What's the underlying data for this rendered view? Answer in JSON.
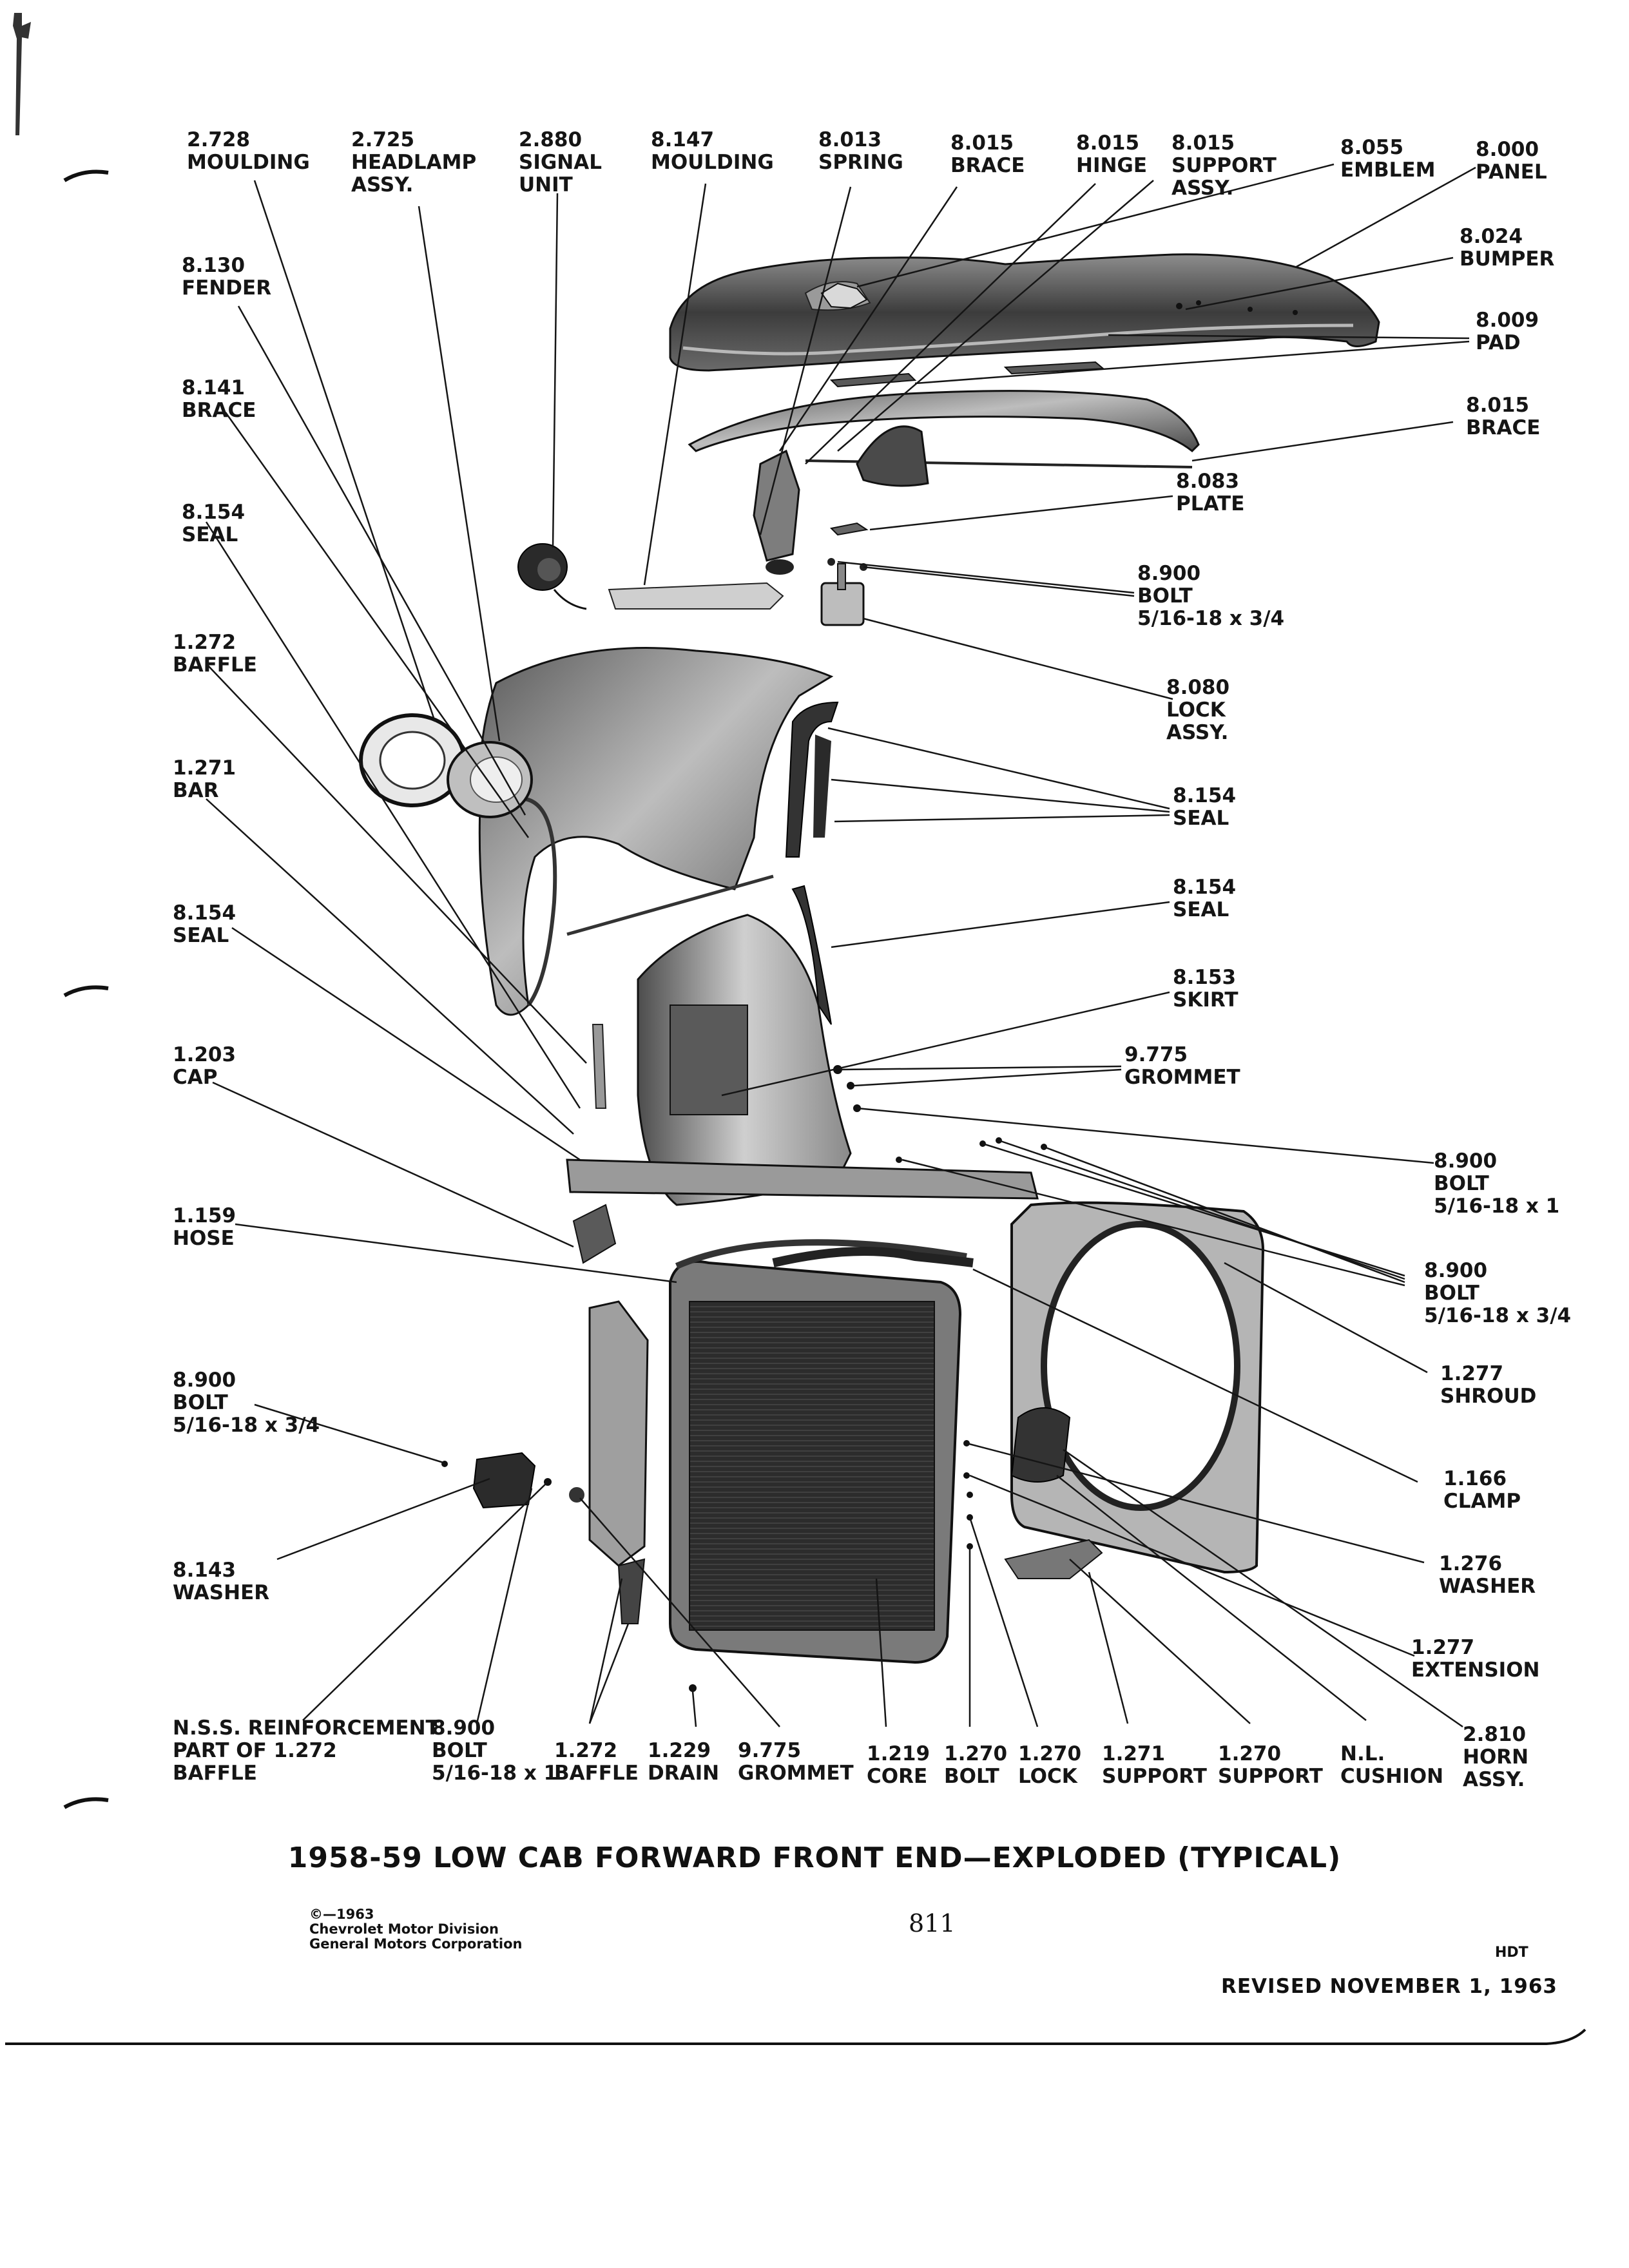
{
  "colors": {
    "ink": "#151515",
    "part_dark": "#3a3a3a",
    "part_mid": "#8a8a8a",
    "part_light": "#cfcfcf",
    "paper": "#ffffff"
  },
  "callouts": [
    {
      "id": "c1",
      "num": "2.728",
      "name": "MOULDING"
    },
    {
      "id": "c2",
      "num": "2.725",
      "name": "HEADLAMP",
      "extra": "ASSY."
    },
    {
      "id": "c3",
      "num": "2.880",
      "name": "SIGNAL",
      "extra": "UNIT"
    },
    {
      "id": "c4",
      "num": "8.147",
      "name": "MOULDING"
    },
    {
      "id": "c5",
      "num": "8.013",
      "name": "SPRING"
    },
    {
      "id": "c6",
      "num": "8.015",
      "name": "BRACE"
    },
    {
      "id": "c7",
      "num": "8.015",
      "name": "HINGE"
    },
    {
      "id": "c8",
      "num": "8.015",
      "name": "SUPPORT",
      "extra": "ASSY."
    },
    {
      "id": "c9",
      "num": "8.055",
      "name": "EMBLEM"
    },
    {
      "id": "c10",
      "num": "8.000",
      "name": "PANEL"
    },
    {
      "id": "c11",
      "num": "8.024",
      "name": "BUMPER"
    },
    {
      "id": "c12",
      "num": "8.009",
      "name": "PAD"
    },
    {
      "id": "c13",
      "num": "8.015",
      "name": "BRACE"
    },
    {
      "id": "c14",
      "num": "8.083",
      "name": "PLATE"
    },
    {
      "id": "c15",
      "num": "8.900",
      "name": "BOLT",
      "extra": "5/16-18 x 3/4"
    },
    {
      "id": "c16",
      "num": "8.080",
      "name": "LOCK",
      "extra": "ASSY."
    },
    {
      "id": "c17",
      "num": "8.154",
      "name": "SEAL"
    },
    {
      "id": "c18",
      "num": "8.154",
      "name": "SEAL"
    },
    {
      "id": "c19",
      "num": "8.153",
      "name": "SKIRT"
    },
    {
      "id": "c20",
      "num": "9.775",
      "name": "GROMMET"
    },
    {
      "id": "c21",
      "num": "8.900",
      "name": "BOLT",
      "extra": "5/16-18 x 1"
    },
    {
      "id": "c22",
      "num": "8.900",
      "name": "BOLT",
      "extra": "5/16-18 x 3/4"
    },
    {
      "id": "c23",
      "num": "1.277",
      "name": "SHROUD"
    },
    {
      "id": "c24",
      "num": "1.166",
      "name": "CLAMP"
    },
    {
      "id": "c25",
      "num": "1.276",
      "name": "WASHER"
    },
    {
      "id": "c26",
      "num": "1.277",
      "name": "EXTENSION"
    },
    {
      "id": "c27",
      "num": "2.810",
      "name": "HORN",
      "extra": "ASSY."
    },
    {
      "id": "c28",
      "num": "N.L.",
      "name": "CUSHION"
    },
    {
      "id": "c29",
      "num": "1.270",
      "name": "SUPPORT"
    },
    {
      "id": "c30",
      "num": "1.271",
      "name": "SUPPORT"
    },
    {
      "id": "c31",
      "num": "1.270",
      "name": "LOCK"
    },
    {
      "id": "c32",
      "num": "1.270",
      "name": "BOLT"
    },
    {
      "id": "c33",
      "num": "1.219",
      "name": "CORE"
    },
    {
      "id": "c34",
      "num": "9.775",
      "name": "GROMMET"
    },
    {
      "id": "c35",
      "num": "1.229",
      "name": "DRAIN"
    },
    {
      "id": "c36",
      "num": "1.272",
      "name": "BAFFLE"
    },
    {
      "id": "c37",
      "num": "8.900",
      "name": "BOLT",
      "extra": "5/16-18 x 1"
    },
    {
      "id": "c38",
      "num": "N.S.S. REINFORCEMENT",
      "name": "PART OF 1.272",
      "extra": "BAFFLE"
    },
    {
      "id": "c39",
      "num": "8.143",
      "name": "WASHER"
    },
    {
      "id": "c40",
      "num": "8.900",
      "name": "BOLT",
      "extra": "5/16-18 x 3/4"
    },
    {
      "id": "c41",
      "num": "1.159",
      "name": "HOSE"
    },
    {
      "id": "c42",
      "num": "1.203",
      "name": "CAP"
    },
    {
      "id": "c43",
      "num": "8.154",
      "name": "SEAL"
    },
    {
      "id": "c44",
      "num": "1.271",
      "name": "BAR"
    },
    {
      "id": "c45",
      "num": "1.272",
      "name": "BAFFLE"
    },
    {
      "id": "c46",
      "num": "8.154",
      "name": "SEAL"
    },
    {
      "id": "c47",
      "num": "8.141",
      "name": "BRACE"
    },
    {
      "id": "c48",
      "num": "8.130",
      "name": "FENDER"
    }
  ],
  "title": "1958-59 LOW CAB FORWARD FRONT END—EXPLODED (TYPICAL)",
  "copyright": {
    "line1": "©—1963",
    "line2": "Chevrolet Motor Division",
    "line3": "General Motors Corporation"
  },
  "page_number": "811",
  "section_code": "HDT",
  "revised": "REVISED NOVEMBER 1, 1963"
}
